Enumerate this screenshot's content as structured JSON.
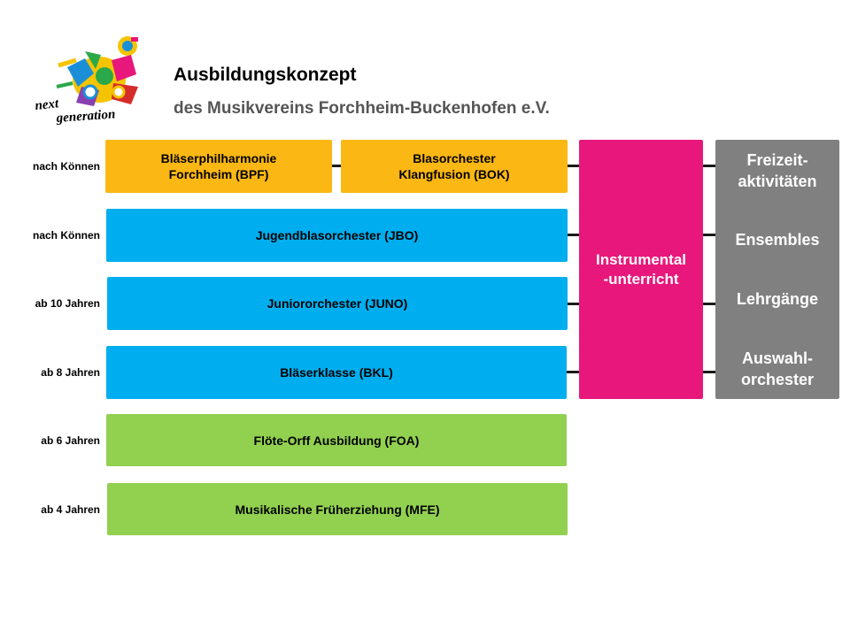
{
  "header": {
    "title": "Ausbildungskonzept",
    "subtitle": "des Musikvereins Forchheim-Buckenhofen e.V."
  },
  "logo": {
    "icon": "next-generation-logo",
    "text_line1": "next",
    "text_line2": "generation"
  },
  "rows": [
    {
      "age": "nach Können"
    },
    {
      "age": "nach Können"
    },
    {
      "age": "ab 10 Jahren"
    },
    {
      "age": "ab 8 Jahren"
    },
    {
      "age": "ab 6 Jahren"
    },
    {
      "age": "ab 4 Jahren"
    }
  ],
  "boxes": {
    "bpf": {
      "line1": "Bläserphilharmonie",
      "line2": "Forchheim (BPF)"
    },
    "bok": {
      "line1": "Blasorchester",
      "line2": "Klangfusion (BOK)"
    },
    "jbo": "Jugendblasorchester (JBO)",
    "juno": "Juniororchester (JUNO)",
    "bkl": "Bläserklasse (BKL)",
    "foa": "Flöte-Orff Ausbildung (FOA)",
    "mfe": "Musikalische Früherziehung (MFE)"
  },
  "instrumental": {
    "line1": "Instrumental",
    "line2": "-unterricht"
  },
  "activities": [
    {
      "line1": "Freizeit-",
      "line2": "aktivitäten"
    },
    {
      "line1": "Ensembles",
      "line2": ""
    },
    {
      "line1": "Lehrgänge",
      "line2": ""
    },
    {
      "line1": "Auswahl-",
      "line2": "orchester"
    }
  ],
  "colors": {
    "orange": "#fbb713",
    "blue": "#00aeef",
    "green": "#92d050",
    "pink": "#e8177b",
    "grey": "#808080"
  }
}
